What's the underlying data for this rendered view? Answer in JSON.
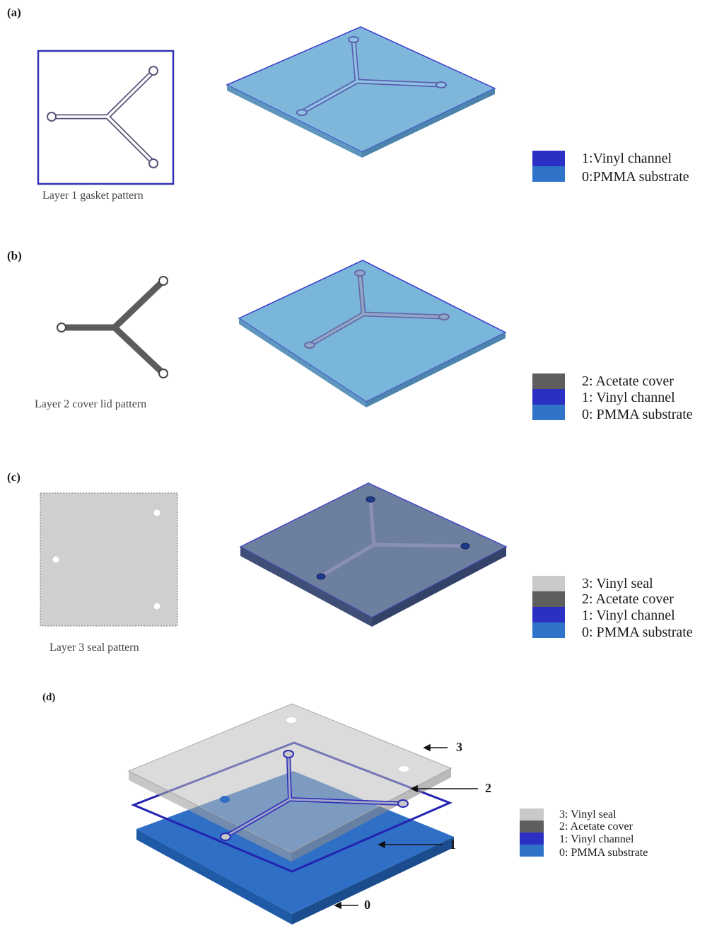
{
  "panels": {
    "a": {
      "label": "(a)",
      "caption": "Layer 1 gasket pattern",
      "legend": [
        "1:Vinyl channel",
        "0:PMMA substrate"
      ]
    },
    "b": {
      "label": "(b)",
      "caption": "Layer 2  cover lid pattern",
      "legend": [
        "2: Acetate cover",
        "1: Vinyl channel",
        "0: PMMA substrate"
      ]
    },
    "c": {
      "label": "(c)",
      "caption": "Layer 3 seal pattern",
      "legend": [
        "3: Vinyl seal",
        "2: Acetate cover",
        "1: Vinyl channel",
        "0: PMMA substrate"
      ]
    },
    "d": {
      "label": "(d)",
      "legend": [
        "3: Vinyl seal",
        "2: Acetate cover",
        "1: Vinyl channel",
        "0: PMMA substrate"
      ],
      "arrow_labels": [
        "3",
        "2",
        "1",
        "0"
      ]
    }
  },
  "colors": {
    "vinyl_seal": "#c9c9c9",
    "acetate_cover": "#5e5e5e",
    "vinyl_channel": "#2c2fc4",
    "pmma_substrate": "#2f74c8",
    "plate_light": "#7db6d9",
    "plate_dark": "#6d7f9c",
    "outline": "#3a3ad0"
  }
}
